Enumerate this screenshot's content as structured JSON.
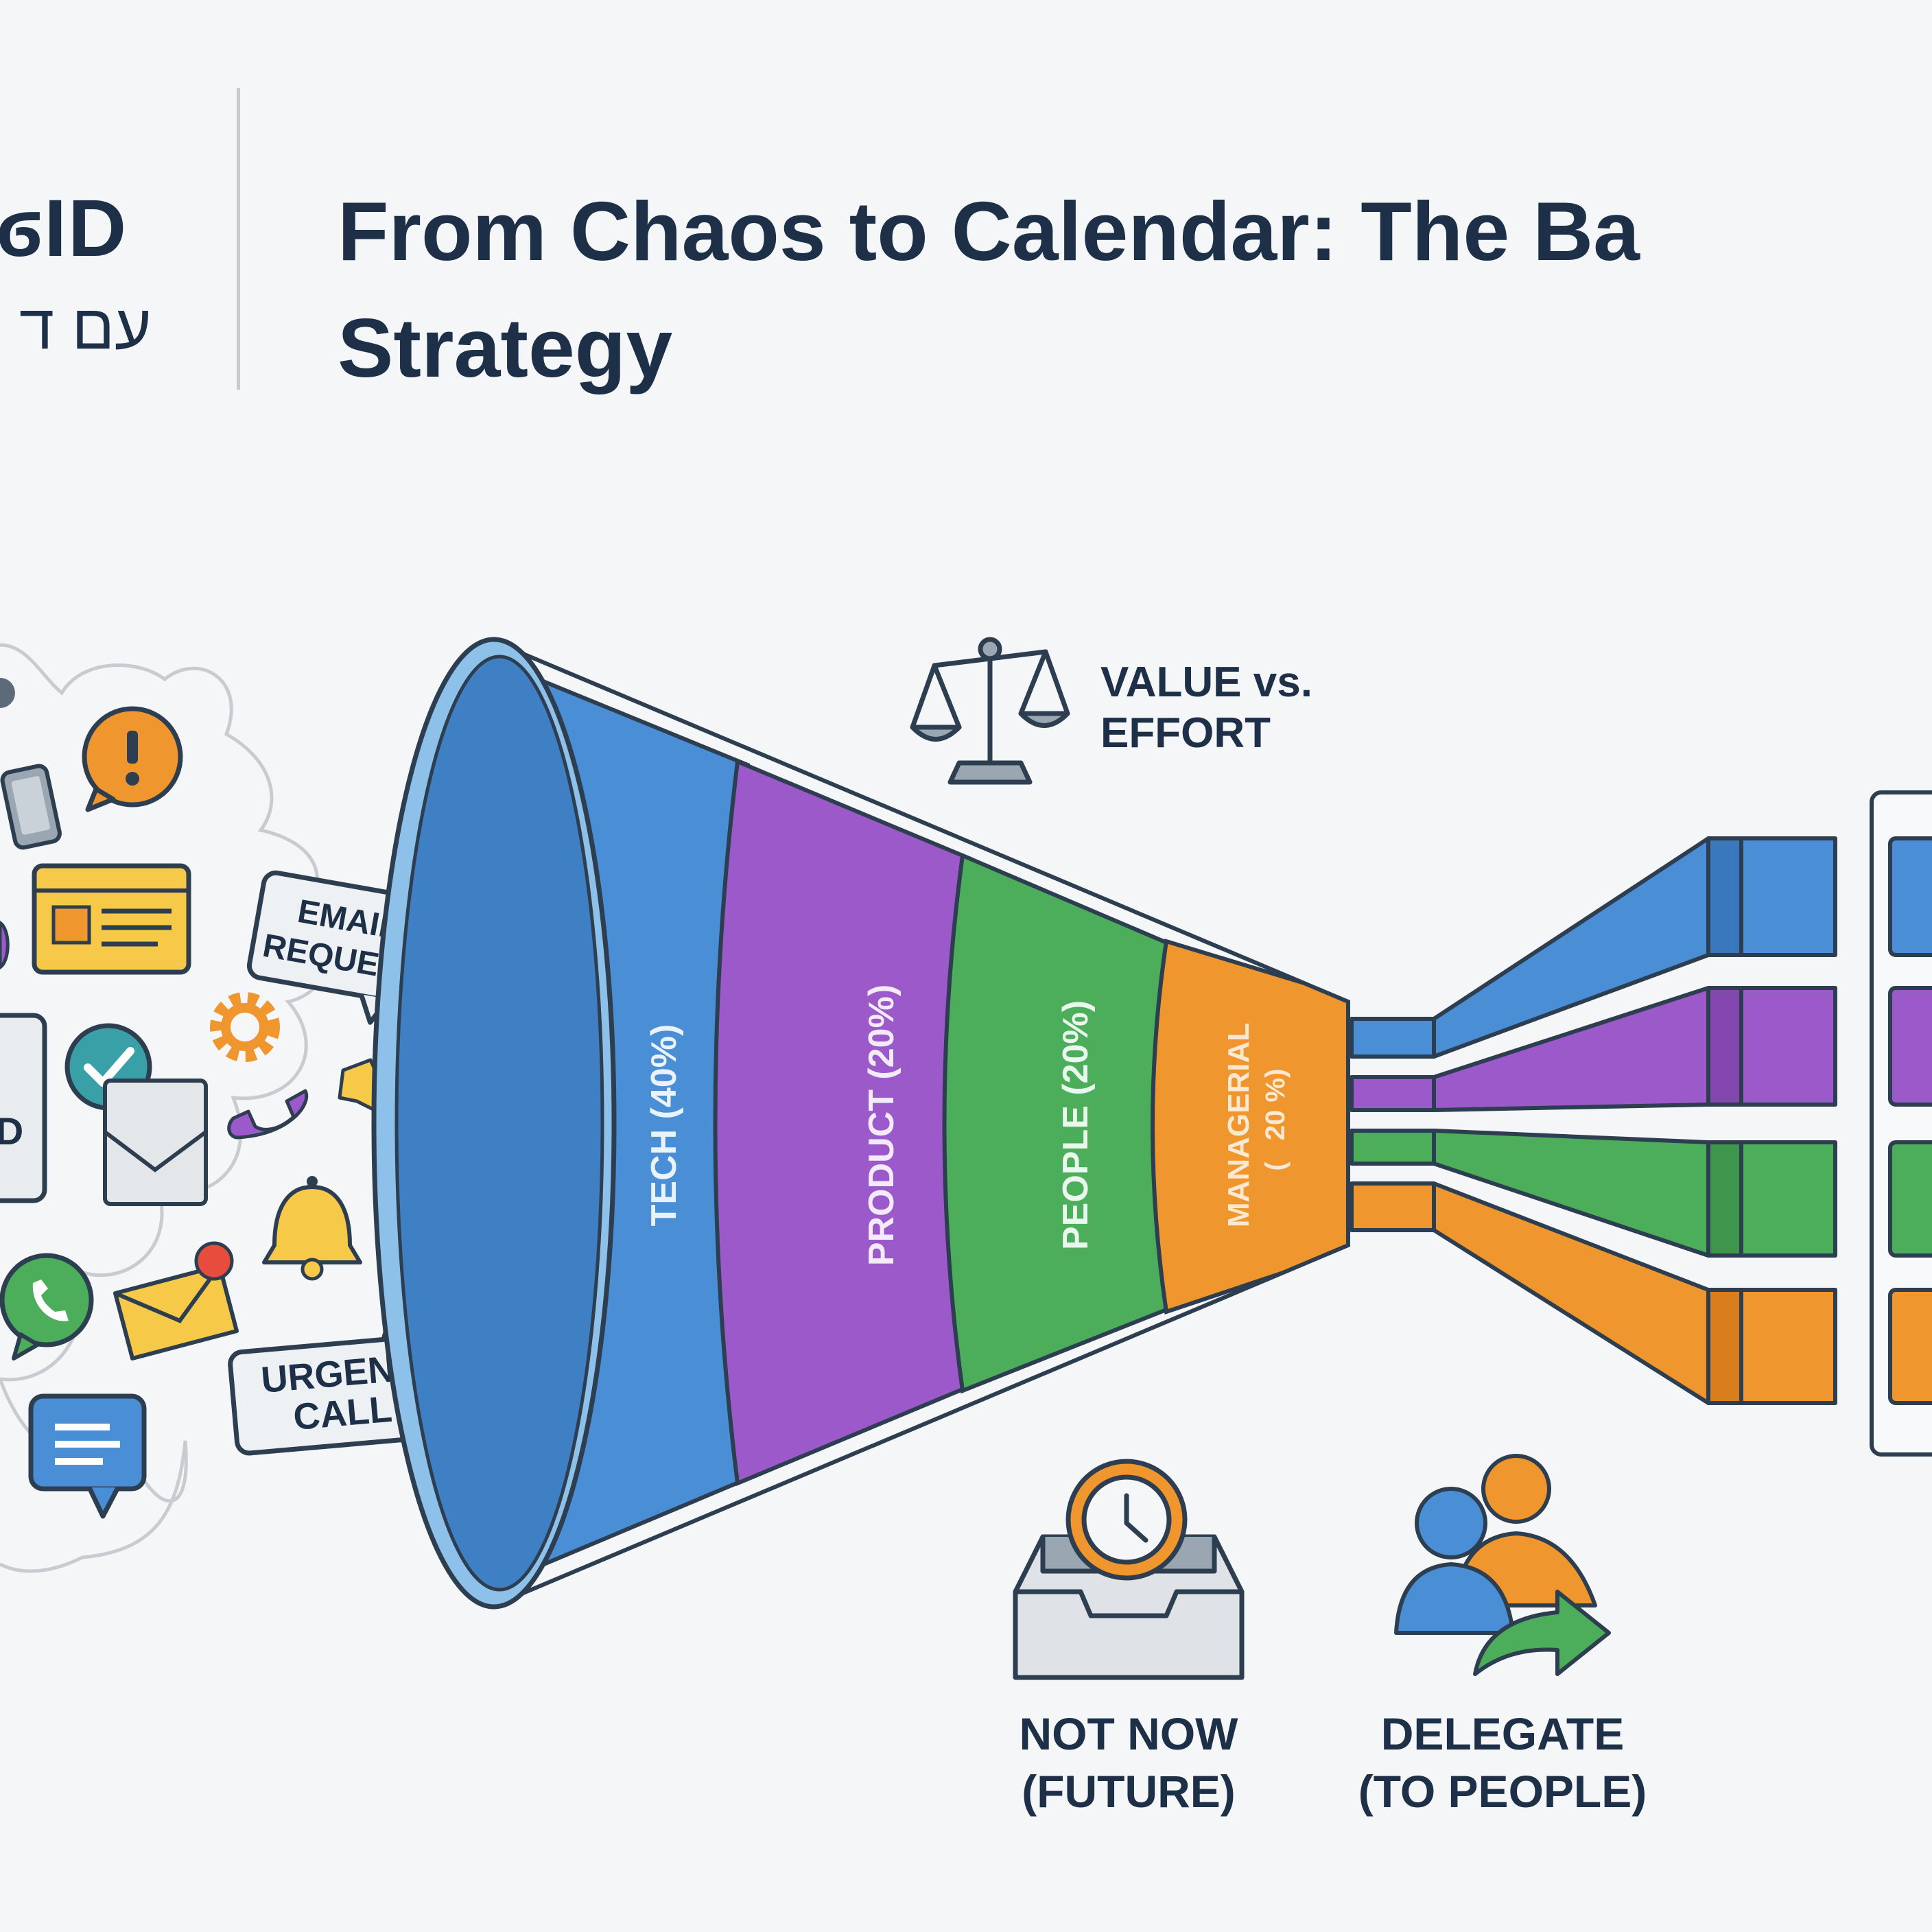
{
  "header": {
    "logo_line1": "ϭID",
    "logo_line2": "עם ד",
    "title_line1": "From Chaos to Calendar: The Ba",
    "title_line2": "Strategy"
  },
  "chaos": {
    "tags": [
      {
        "lines": [
          "EMAIL",
          "REQUEST"
        ]
      },
      {
        "lines": [
          "URGENT",
          "CALL"
        ]
      }
    ],
    "clipped_text": "D"
  },
  "funnel": {
    "criterion_lines": [
      "VALUE vs.",
      "EFFORT"
    ],
    "segments": [
      {
        "label": "TECH (40%)",
        "category": "TECH",
        "share_pct": 40,
        "color": "#4a8fd6"
      },
      {
        "label": "PRODUCT (20%)",
        "category": "PRODUCT",
        "share_pct": 20,
        "color": "#9b59c9"
      },
      {
        "label": "PEOPLE (20%)",
        "category": "PEOPLE",
        "share_pct": 20,
        "color": "#4cae5b"
      },
      {
        "label": "MANAGERIAL (20%)",
        "category": "MANAGERIAL",
        "share_pct": 20,
        "color": "#f0962e"
      }
    ]
  },
  "outcomes": {
    "not_now": {
      "line1": "NOT NOW",
      "line2": "(FUTURE)"
    },
    "delegate": {
      "line1": "DELEGATE",
      "line2": "(TO PEOPLE)"
    }
  }
}
